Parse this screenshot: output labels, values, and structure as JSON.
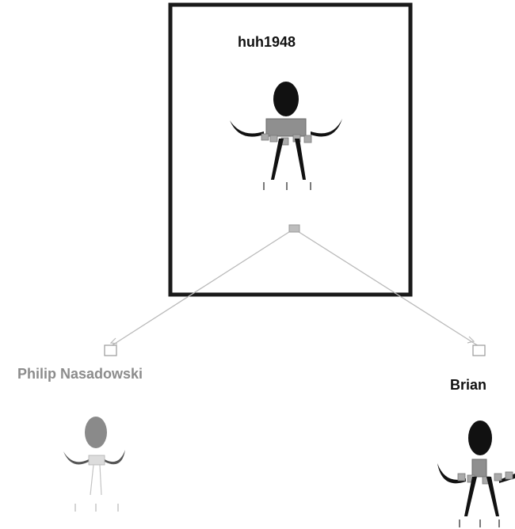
{
  "nodes": {
    "root": {
      "label": "huh1948",
      "selected": true
    },
    "left": {
      "label": "Philip Nasadowski",
      "selected": false
    },
    "right": {
      "label": "Brian",
      "selected": false
    }
  },
  "edges": [
    {
      "from": "root",
      "to": "left"
    },
    {
      "from": "root",
      "to": "right"
    }
  ],
  "colors": {
    "selection_frame": "#1a1a1a",
    "edge": "#b9b9b9",
    "root_figure": "#111111",
    "left_figure": "#8a8a8a",
    "right_figure": "#111111",
    "label_dark": "#111111",
    "label_faded": "#8c8c8c"
  }
}
